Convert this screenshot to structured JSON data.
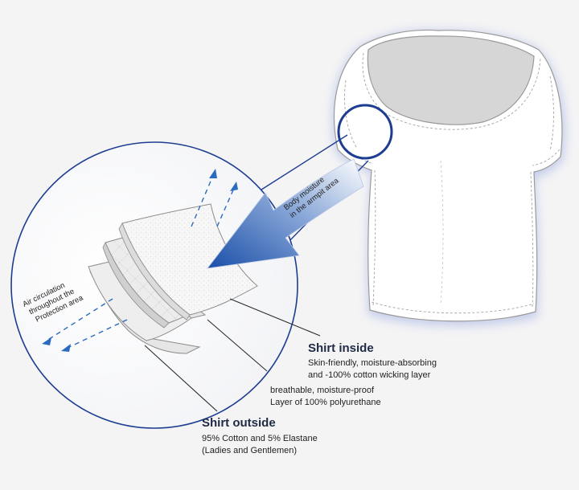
{
  "labels": {
    "body_moisture_line1": "Body moisture",
    "body_moisture_line2": "in the armpit area",
    "air_line1": "Air circulation",
    "air_line2": "throughout the",
    "air_line3": "Protection area"
  },
  "layers": {
    "inside": {
      "title": "Shirt inside",
      "line1": "Skin-friendly, moisture-absorbing",
      "line2": "and -100% cotton wicking layer"
    },
    "middle": {
      "line1": "breathable, moisture-proof",
      "line2": "Layer of 100% polyurethane"
    },
    "outside": {
      "title": "Shirt outside",
      "line1": "95% Cotton and 5% Elastane",
      "line2": "(Ladies and Gentlemen)"
    }
  },
  "colors": {
    "accent_blue": "#1f5bb0",
    "ring_blue": "#1d3d91",
    "heading": "#1f2a44"
  }
}
